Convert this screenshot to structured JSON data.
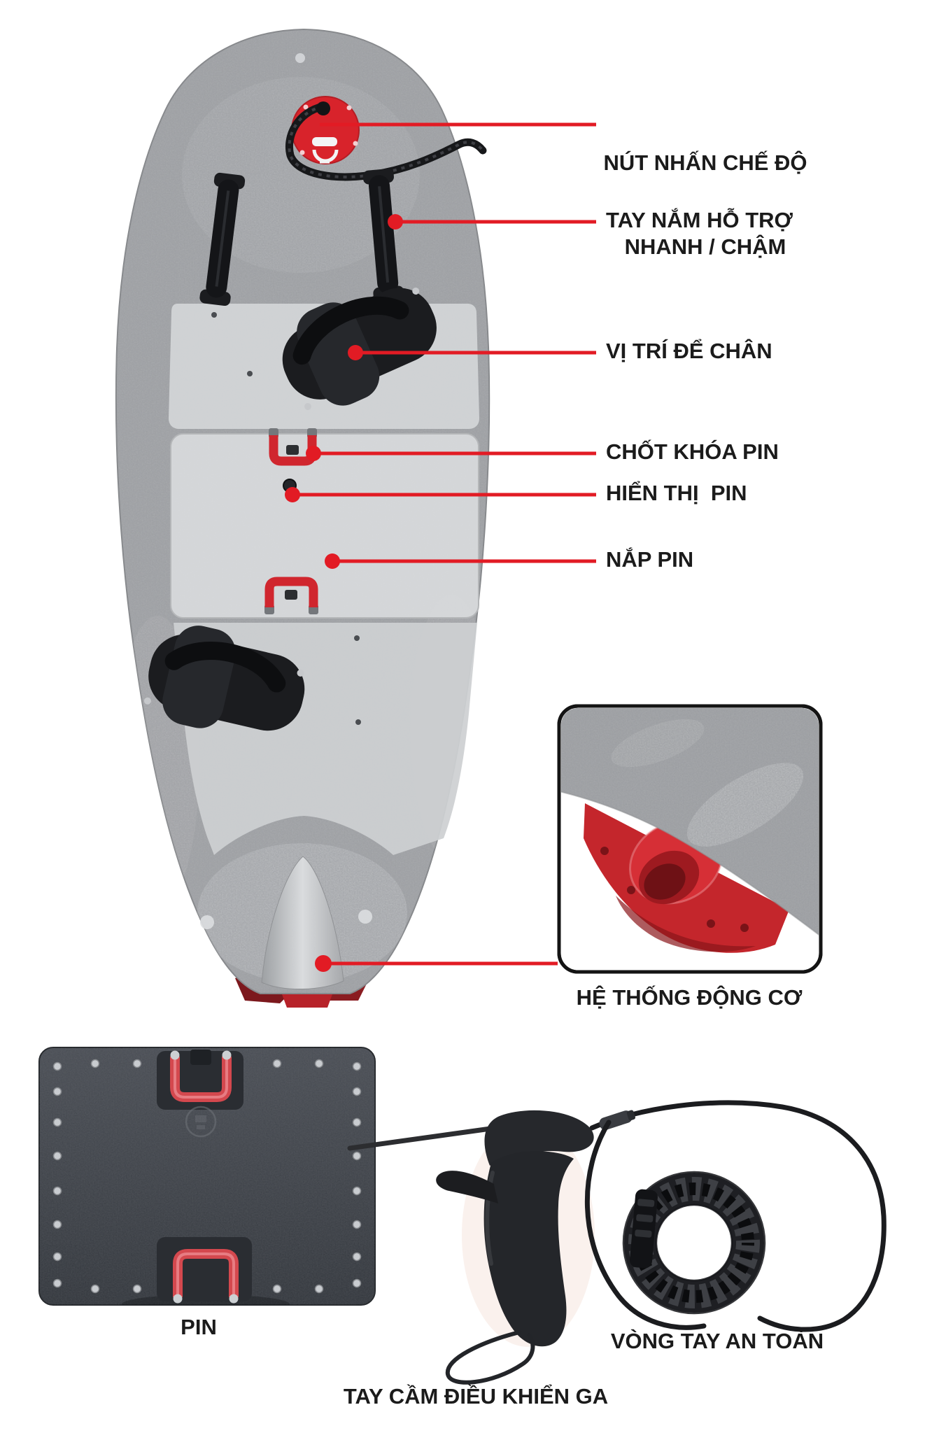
{
  "colors": {
    "background": "#ffffff",
    "text": "#1b1b1b",
    "accent_red": "#e21b24",
    "board_grey": "#a8aaad",
    "pad_grey": "#d6d8da",
    "battery_dark": "#3a3e45",
    "motor_red": "#c4262c"
  },
  "callouts": {
    "mode_button": {
      "line1": "NÚT NHẤN CHẾ ĐỘ",
      "line2": "NHANH / CHẬM"
    },
    "support_handle": "TAY NẮM HỖ TRỢ",
    "foot_position": "VỊ TRÍ ĐỂ CHÂN",
    "battery_lock": "CHỐT KHÓA PIN",
    "battery_display": "HIỂN THỊ  PIN",
    "battery_cover": "NẮP PIN",
    "motor_system": "HỆ THỐNG ĐỘNG CƠ"
  },
  "captions": {
    "battery": "PIN",
    "safety_wristband": "VÒNG TAY AN TOÀN",
    "throttle_grip": "TAY CẦM ĐIỀU KHIỂN GA"
  }
}
